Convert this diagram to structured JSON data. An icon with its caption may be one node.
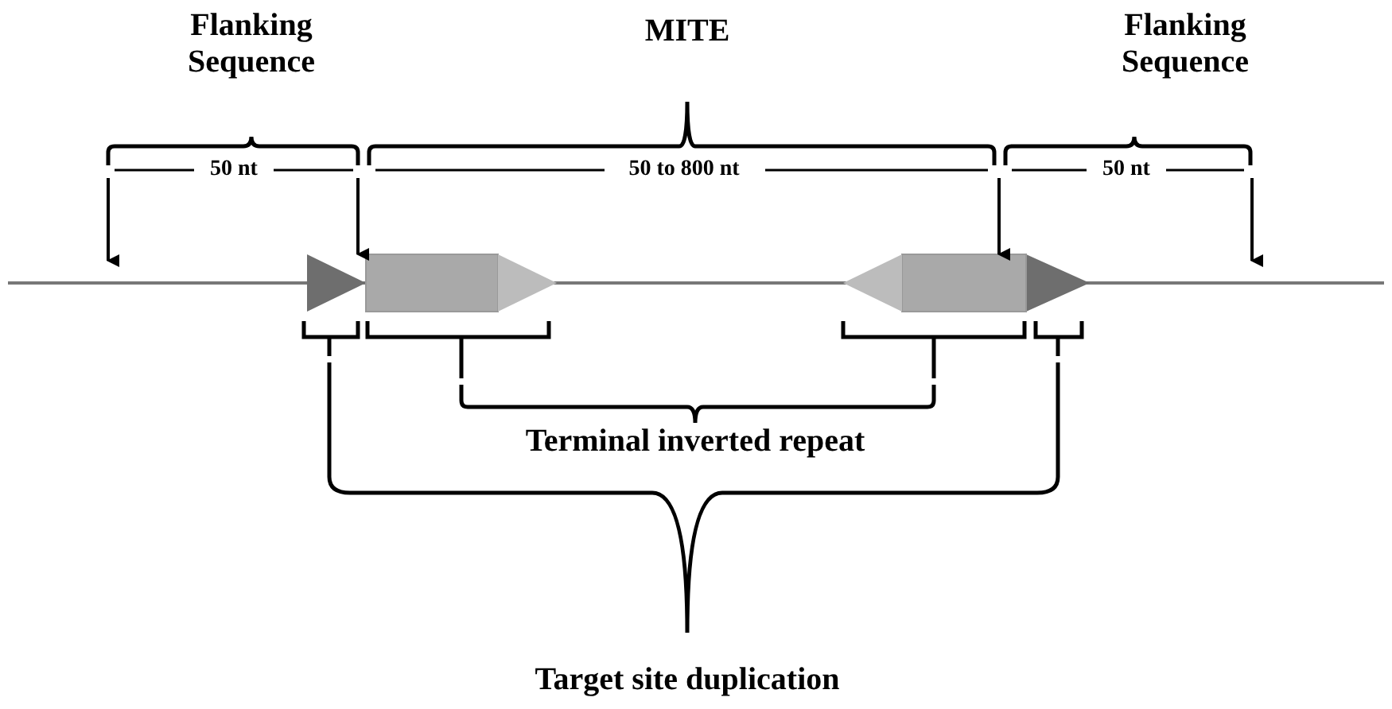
{
  "diagram": {
    "labels": [
      "MITE",
      "Flanking Sequence",
      "Flanking Sequence",
      "50 nt",
      "50 to 800 nt",
      "50 nt",
      "Terminal inverted repeat",
      "Target site duplication"
    ]
  }
}
